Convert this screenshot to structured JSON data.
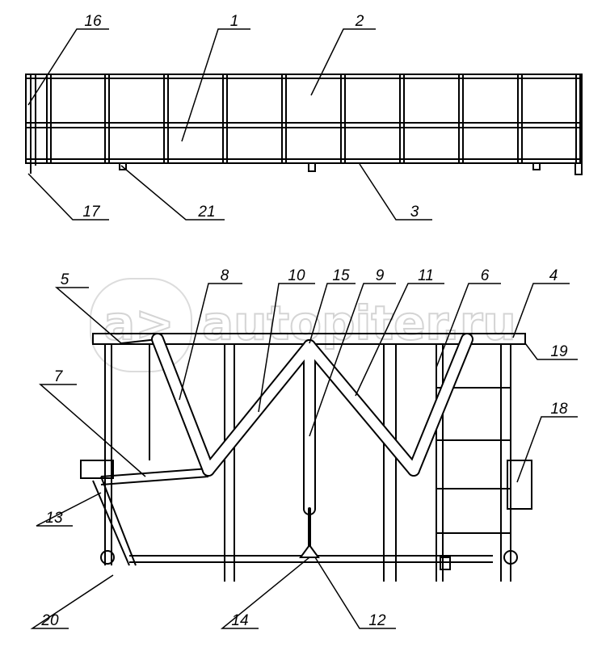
{
  "title": "Bunker body frame with folding cylinder mechanism",
  "watermark": "autopiter.ru",
  "watermark_logo": "a>",
  "top_view_labels": [
    "16",
    "1",
    "2",
    "17",
    "21",
    "3"
  ],
  "bottom_view_labels": [
    "5",
    "8",
    "10",
    "15",
    "9",
    "11",
    "6",
    "4",
    "19",
    "7",
    "18",
    "13",
    "20",
    "14",
    "12"
  ],
  "colors": {
    "line": "#000000",
    "watermark": "#d4d4d4",
    "background": "#ffffff"
  }
}
